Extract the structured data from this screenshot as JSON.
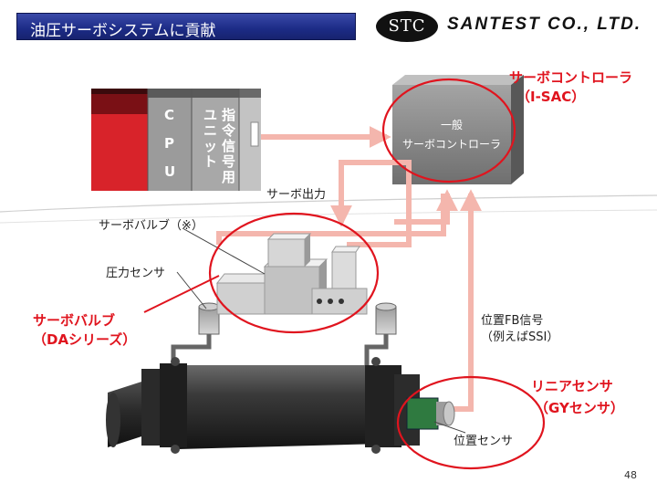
{
  "header": {
    "title": "油圧サーボシステムに貢献"
  },
  "logo": {
    "badge": "STC",
    "company": "SANTEST CO., LTD."
  },
  "plc": {
    "cpu_letters": [
      "C",
      "P",
      "U"
    ],
    "unit_chars": [
      "指",
      "令",
      "信",
      "号",
      "用",
      "ユ",
      "ニ",
      "ッ",
      "ト"
    ]
  },
  "controller": {
    "line1": "一般",
    "line2": "サーボコントローラ"
  },
  "labels": {
    "servo_controller": "サーボコントローラ",
    "servo_controller_model": "（I-SAC）",
    "servo_output": "サーボ出力",
    "servo_valve": "サーボバルブ（※）",
    "pressure_sensor": "圧力センサ",
    "servo_valve_series_1": "サーボバルブ",
    "servo_valve_series_2": "（DAシリーズ）",
    "position_fb_1": "位置FB信号",
    "position_fb_2": "（例えばSSI）",
    "linear_sensor": "リニアセンサ",
    "linear_sensor_model": "（GYセンサ）",
    "position_sensor": "位置センサ"
  },
  "colors": {
    "title_bg": "#1c2b86",
    "accent_red": "#e0141e",
    "arrow": "#f4b6ad",
    "plc_red": "#d8232a",
    "controller_gray": "#8a8a8a"
  },
  "footer": {
    "page_number": "48"
  }
}
